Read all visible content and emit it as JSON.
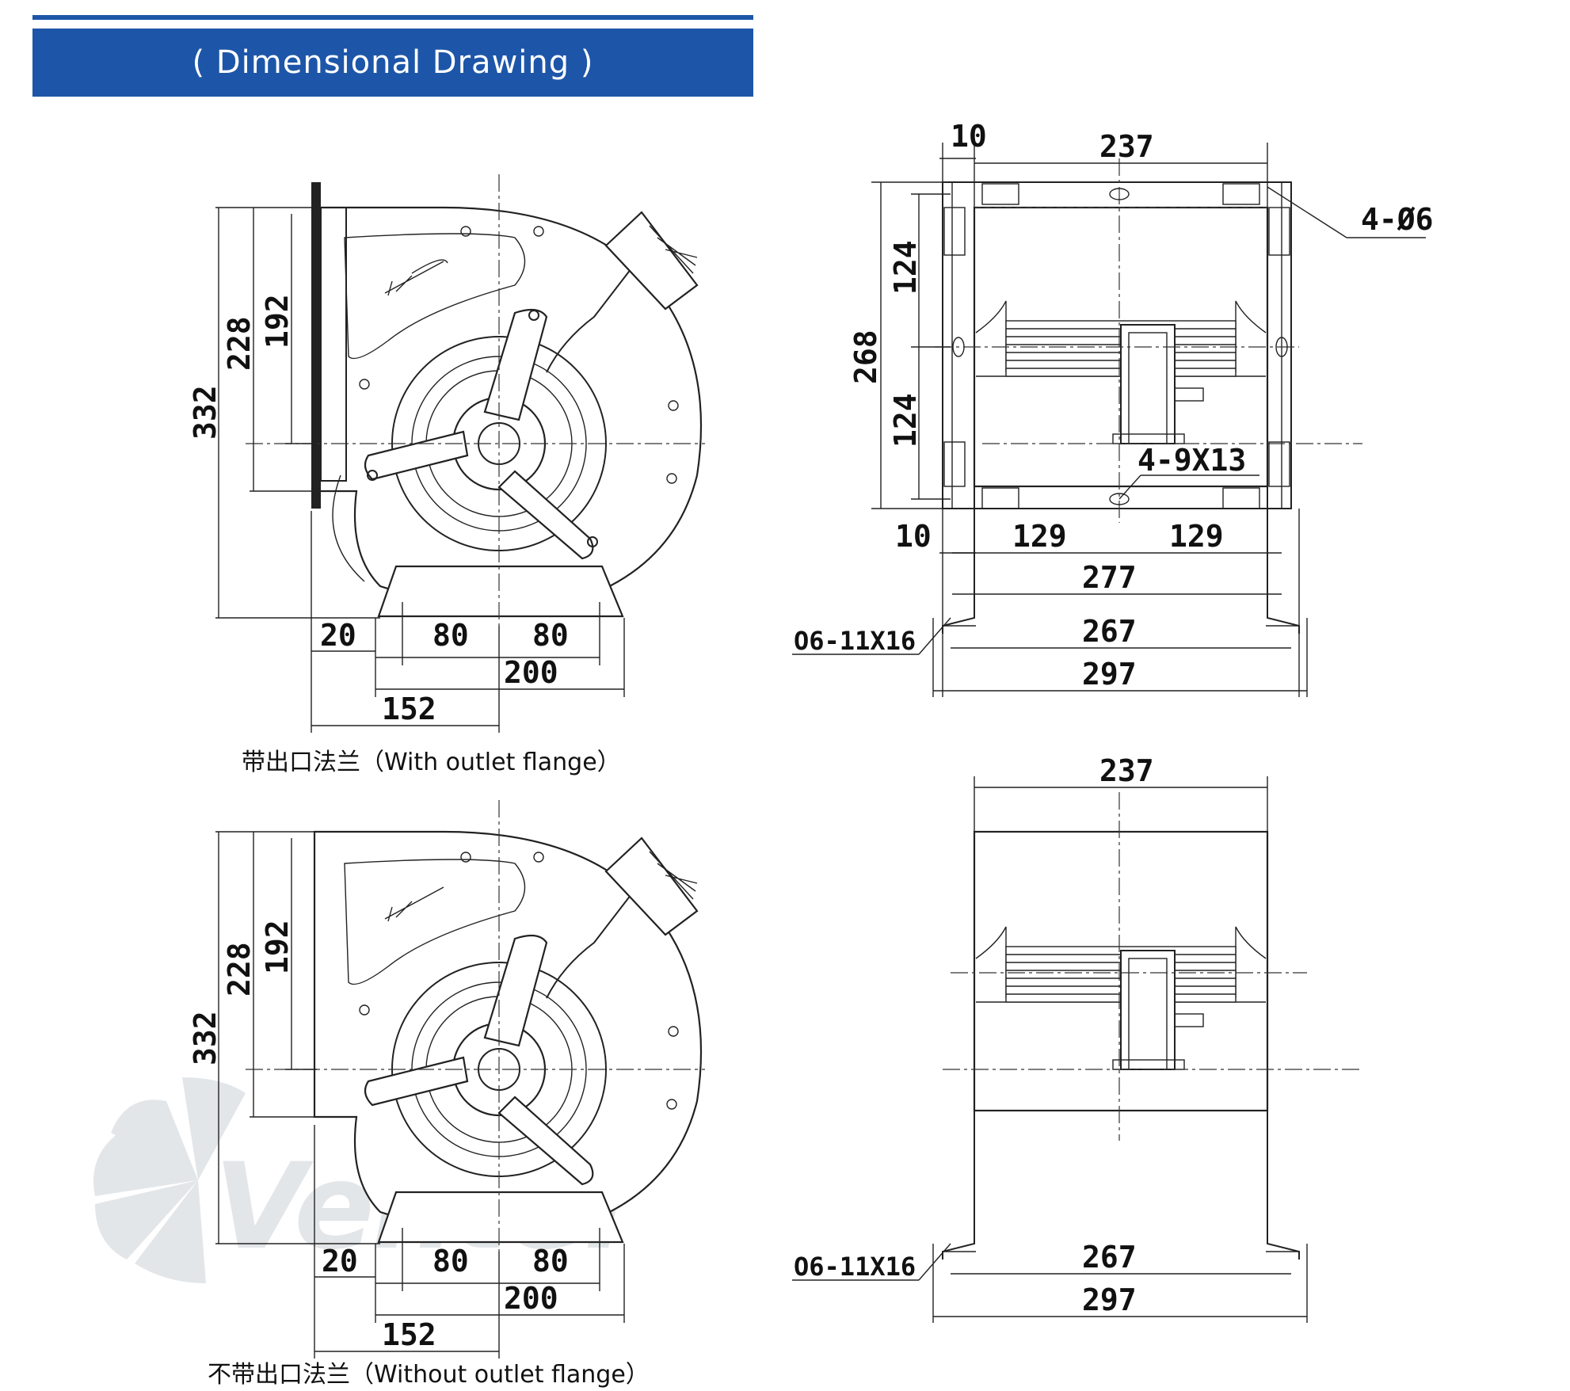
{
  "header": {
    "title": "( Dimensional Drawing )",
    "accent": "#1d56a8"
  },
  "views": {
    "side_with_flange": {
      "caption": "带出口法兰（With outlet flange）",
      "dims": {
        "overall_height": "332",
        "outlet_height": "228",
        "flange_inner": "192",
        "flange_depth": "20",
        "pitch_a": "80",
        "pitch_b": "80",
        "foot_width": "200",
        "outlet_to_center": "152"
      }
    },
    "front_top": {
      "dims": {
        "flange_offset_top": "10",
        "inlet_width": "237",
        "hole_note": "4-Ø6",
        "upper_pitch": "124",
        "total_height": "268",
        "lower_pitch": "124",
        "slot_note": "4-9X13",
        "flange_offset_bottom": "10",
        "half_pitch_left": "129",
        "half_pitch_right": "129",
        "base_pitch": "277",
        "foot_slot_note": "O6-11X16",
        "foot_hole_pitch": "267",
        "foot_width": "297"
      }
    },
    "side_without_flange": {
      "caption": "不带出口法兰（Without outlet flange）",
      "dims": {
        "overall_height": "332",
        "outlet_height": "228",
        "inner_height": "192",
        "offset": "20",
        "pitch_a": "80",
        "pitch_b": "80",
        "foot_width": "200",
        "outlet_to_center": "152"
      }
    },
    "front_bottom": {
      "dims": {
        "inlet_width": "237",
        "foot_slot_note": "O6-11X16",
        "foot_hole_pitch": "267",
        "foot_width": "297"
      }
    }
  },
  "watermark": {
    "text": "Ventel"
  }
}
